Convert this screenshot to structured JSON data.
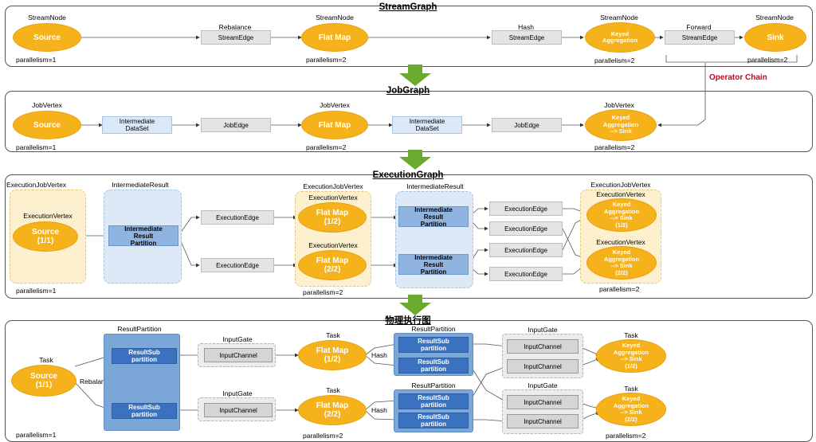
{
  "panels": {
    "stream": "StreamGraph",
    "job": "JobGraph",
    "exec": "ExecutionGraph",
    "phys": "物理执行图"
  },
  "stream": {
    "node_label": "StreamNode",
    "source": "Source",
    "flatmap": "Flat Map",
    "keyed": "Keyed\nAggregation",
    "sink": "Sink",
    "edge": "StreamEdge",
    "rebalance": "Rebalance",
    "hash": "Hash",
    "forward": "Forward",
    "p1": "parallelism=1",
    "p2": "parallelism=2",
    "operator_chain": "Operator Chain"
  },
  "job": {
    "vertex_label": "JobVertex",
    "source": "Source",
    "flatmap": "Flat Map",
    "keyed_sink": "Keyed\nAggregation\n--> Sink",
    "dataset": "Intermediate\nDataSet",
    "edge": "JobEdge",
    "p1": "parallelism=1",
    "p2": "parallelism=2"
  },
  "exec": {
    "ejv": "ExecutionJobVertex",
    "ev": "ExecutionVertex",
    "ir": "IntermediateResult",
    "irp": "Intermediate\nResult\nPartition",
    "edge": "ExecutionEdge",
    "source": "Source\n(1/1)",
    "fm1": "Flat Map\n(1/2)",
    "fm2": "Flat Map\n(2/2)",
    "ks1": "Keyed\nAggregation\n--> Sink\n(1/2)",
    "ks2": "Keyed\nAggregation\n--> Sink\n(2/2)",
    "p1": "parallelism=1",
    "p2": "parallelism=2"
  },
  "phys": {
    "task": "Task",
    "source": "Source\n(1/1)",
    "fm1": "Flat Map\n(1/2)",
    "fm2": "Flat Map\n(2/2)",
    "ks1": "Keyed\nAggregation\n--> Sink\n(1/2)",
    "ks2": "Keyed\nAggregation\n--> Sink\n(2/2)",
    "rp": "ResultPartition",
    "rsp": "ResultSub\npartition",
    "gate": "InputGate",
    "ich": "InputChannel",
    "rebalance": "Rebalance",
    "hash": "Hash",
    "p1": "parallelism=1",
    "p2": "parallelism=2"
  },
  "colors": {
    "node": "#f6b21b",
    "arrow": "#6aaa2e",
    "chain": "#d0021b",
    "dark_partition": "#3a72bf"
  }
}
